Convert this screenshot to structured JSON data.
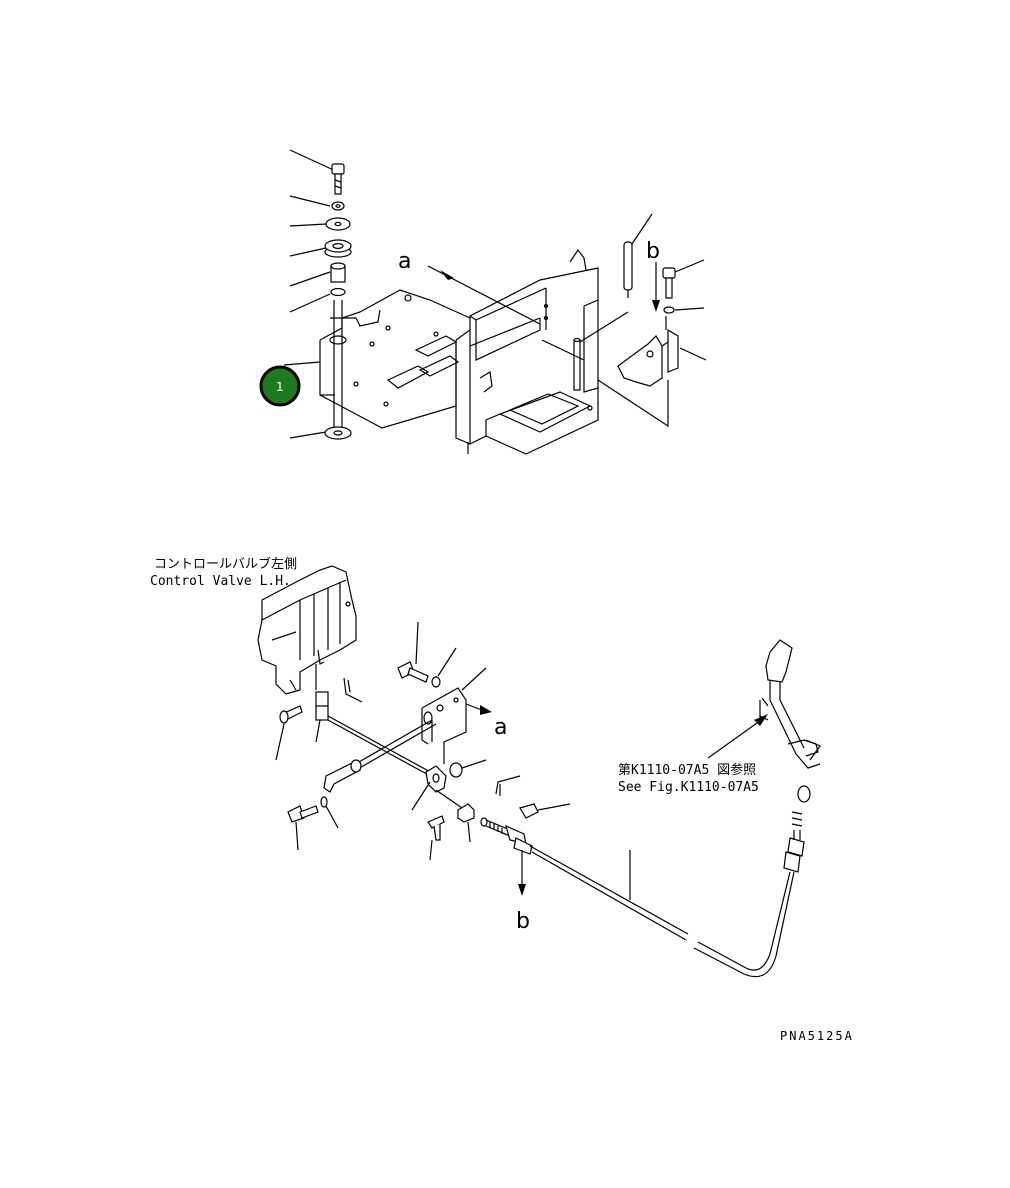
{
  "diagram": {
    "reference_letters": {
      "a_upper": "a",
      "b_upper": "b",
      "a_lower": "a",
      "b_lower": "b"
    },
    "callout": {
      "number": "1",
      "color": "#1e7a1e",
      "border_color": "#000000"
    },
    "control_valve_label": {
      "jp": "コントロールバルブ左側",
      "en": "Control Valve L.H."
    },
    "see_figure_label": {
      "jp": "第K1110-07A5 図参照",
      "en": "See Fig.K1110-07A5"
    },
    "drawing_code": "PNA5125A"
  }
}
